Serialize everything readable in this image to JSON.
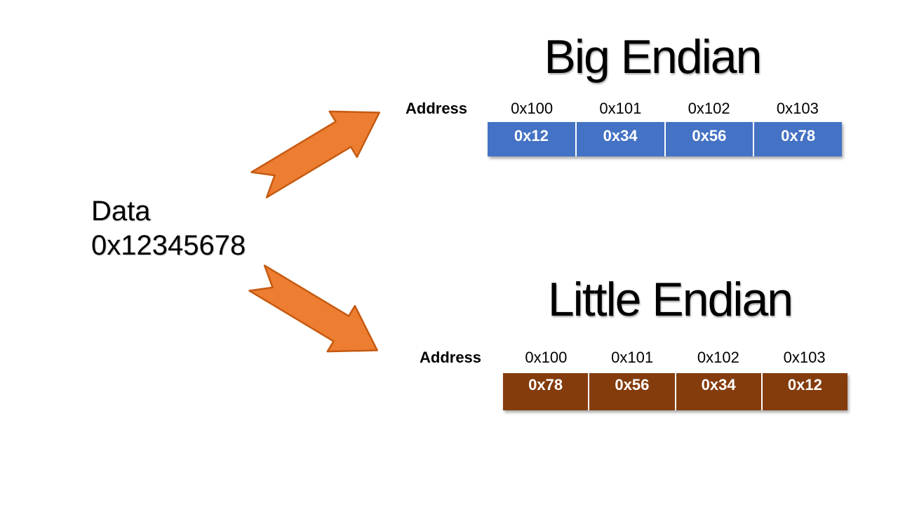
{
  "slide": {
    "background": "#FFFFFF",
    "data_block": {
      "line1": "Data",
      "line2": "0x12345678"
    },
    "arrows": {
      "fill": "#ED7D31",
      "stroke": "#C55A11"
    },
    "big_endian": {
      "title": "Big Endian",
      "address_label": "Address",
      "addresses": [
        "0x100",
        "0x101",
        "0x102",
        "0x103"
      ],
      "bytes": [
        "0x12",
        "0x34",
        "0x56",
        "0x78"
      ],
      "cell_color": "#4472C4",
      "byte_text_color": "#FFFFFF"
    },
    "little_endian": {
      "title": "Little Endian",
      "address_label": "Address",
      "addresses": [
        "0x100",
        "0x101",
        "0x102",
        "0x103"
      ],
      "bytes": [
        "0x78",
        "0x56",
        "0x34",
        "0x12"
      ],
      "cell_color": "#843C0C",
      "byte_text_color": "#FFFFFF"
    }
  }
}
